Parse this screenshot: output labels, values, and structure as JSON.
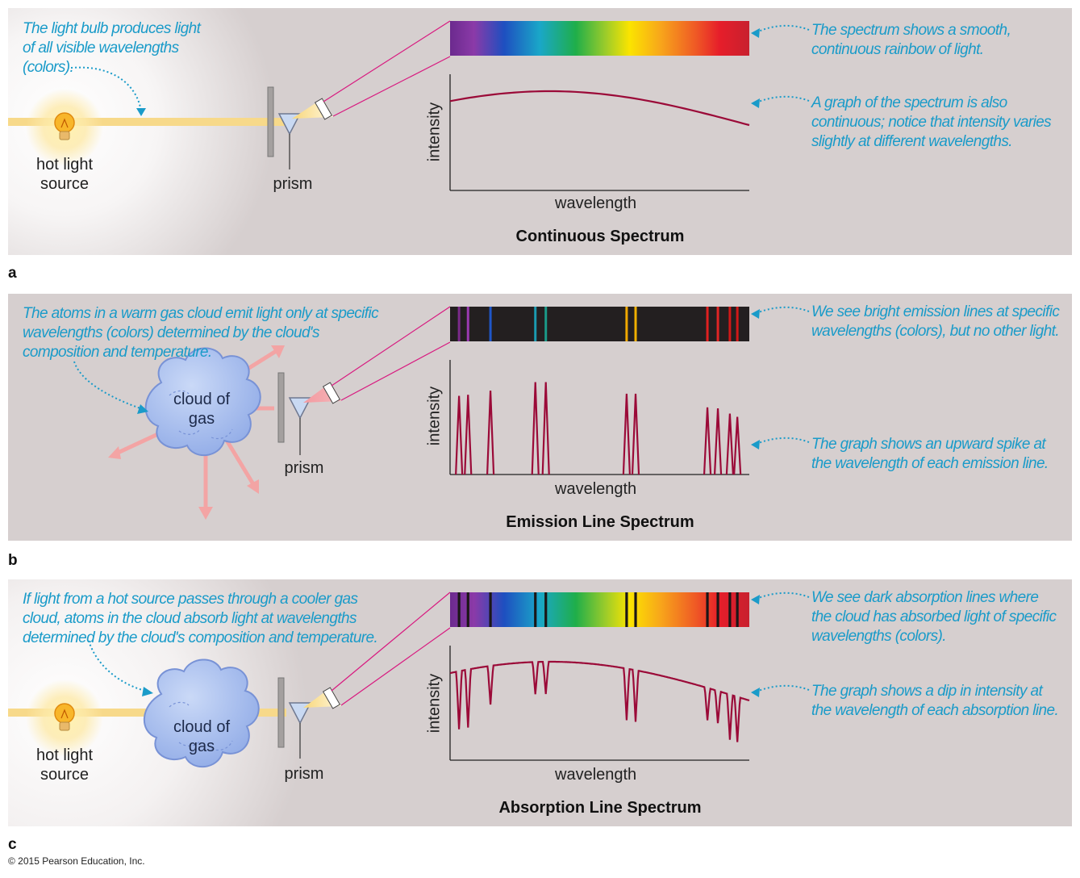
{
  "panels": [
    {
      "letter": "a",
      "title": "Continuous Spectrum",
      "source_label": "hot light\nsource",
      "prism_label": "prism",
      "xlabel": "wavelength",
      "ylabel": "intensity",
      "left_note": "The light bulb produces light\nof all visible wavelengths\n(colors).",
      "right_note_1": "The spectrum shows a smooth,\ncontinuous rainbow of light.",
      "right_note_2": "A graph of the spectrum is also\ncontinuous; notice that intensity varies\nslightly at different wavelengths."
    },
    {
      "letter": "b",
      "title": "Emission Line Spectrum",
      "cloud_label": "cloud of\ngas",
      "prism_label": "prism",
      "xlabel": "wavelength",
      "ylabel": "intensity",
      "left_note": "The atoms in a warm gas cloud emit light only at specific\nwavelengths (colors) determined by the cloud's\ncomposition and temperature.",
      "right_note_1": "We see bright emission lines at specific\nwavelengths (colors), but no other light.",
      "right_note_2": "The graph shows an upward spike at\nthe wavelength of each emission line."
    },
    {
      "letter": "c",
      "title": "Absorption Line Spectrum",
      "source_label": "hot light\nsource",
      "cloud_label": "cloud of\ngas",
      "prism_label": "prism",
      "xlabel": "wavelength",
      "ylabel": "intensity",
      "left_note": "If light from a hot source passes through a cooler gas\ncloud, atoms in the cloud absorb light at wavelengths\ndetermined by the cloud's composition and temperature.",
      "right_note_1": "We see dark absorption lines where\nthe cloud has absorbed light of specific\nwavelengths (colors).",
      "right_note_2": "The graph shows a dip in intensity at\nthe wavelength of each absorption line."
    }
  ],
  "spectral_lines": [
    0.03,
    0.06,
    0.135,
    0.285,
    0.32,
    0.59,
    0.62,
    0.86,
    0.895,
    0.935,
    0.96
  ],
  "line_colors": [
    "#7a2a8a",
    "#9a3ab0",
    "#1f56c8",
    "#1b9ab0",
    "#1a9a88",
    "#f0a800",
    "#f0b000",
    "#e02020",
    "#e02525",
    "#d01818",
    "#d01818"
  ],
  "spike_heights": [
    0.75,
    0.76,
    0.8,
    0.88,
    0.88,
    0.77,
    0.77,
    0.64,
    0.63,
    0.58,
    0.55
  ],
  "colors": {
    "accent_note": "#1a9bc9",
    "curve": "#9b0a38",
    "beam": "#f7d98a",
    "emission_arrow": "#f3a4a4",
    "spectrum_link": "#d8197f",
    "cloud": "#a9c1ef"
  },
  "copyright": "© 2015 Pearson Education, Inc."
}
